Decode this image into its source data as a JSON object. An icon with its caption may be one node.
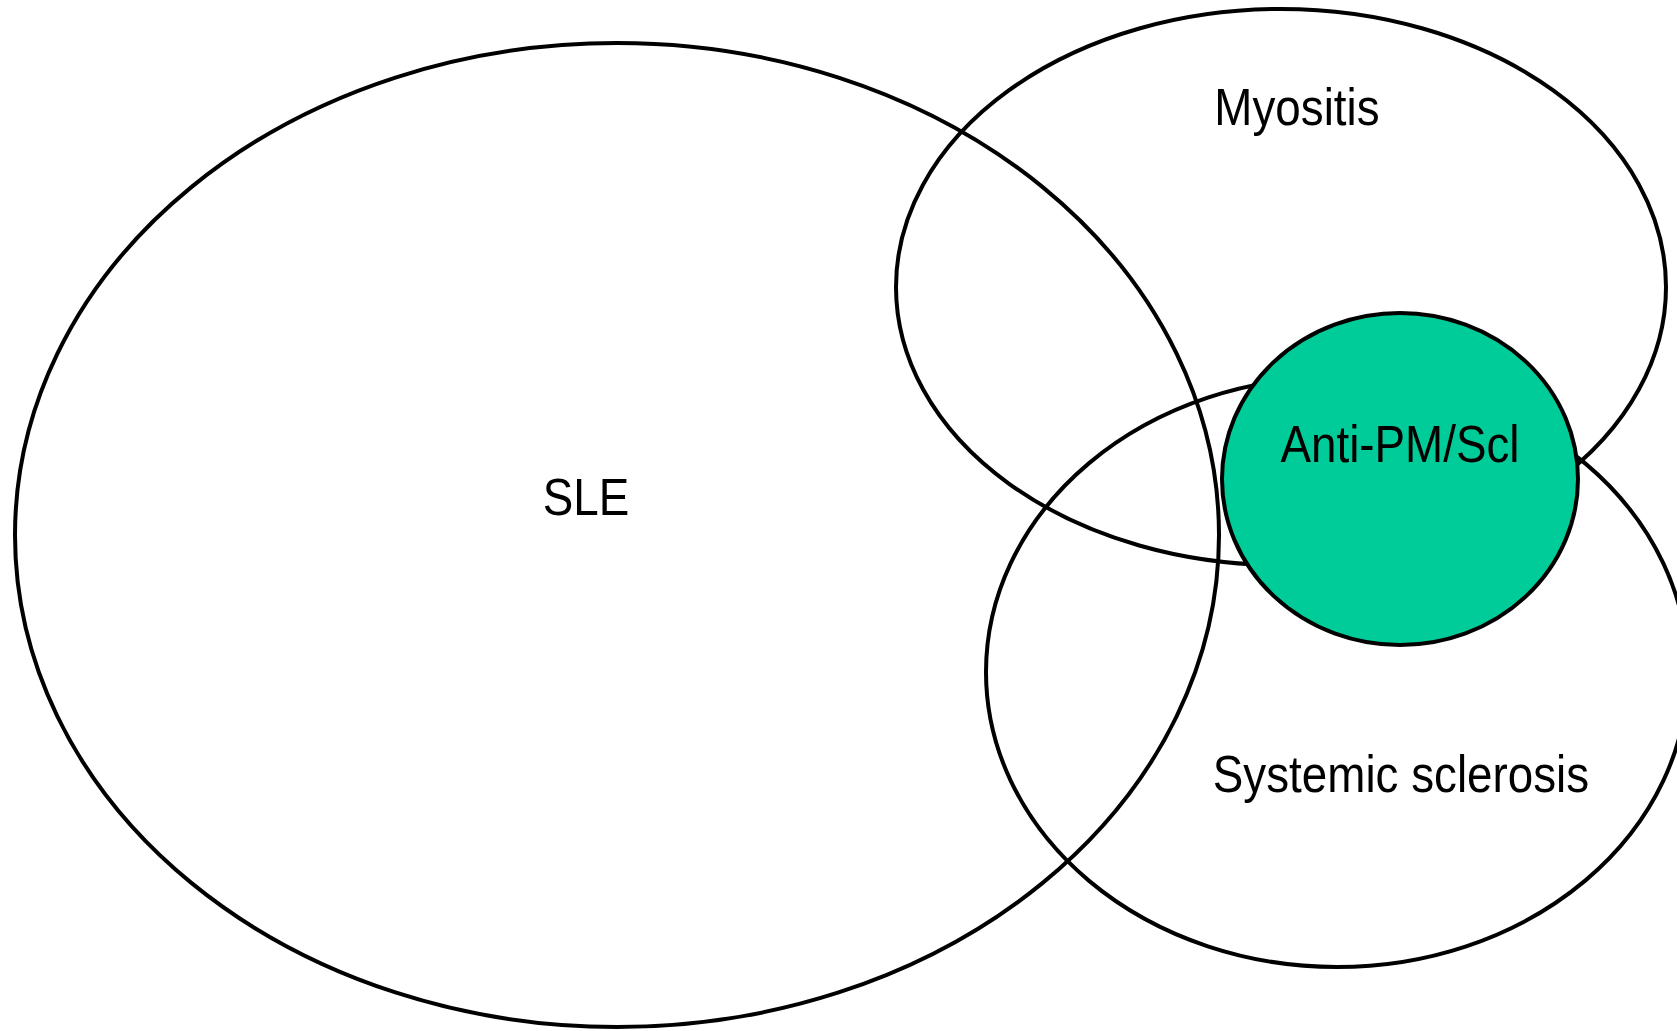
{
  "diagram": {
    "nodes": [
      {
        "text": [
          "SLE"
        ]
      },
      {
        "text": [
          "Myositis"
        ]
      },
      {
        "text": [
          "Systemic sclerosis"
        ]
      },
      {
        "text": [
          "Anti-PM/Scl"
        ]
      }
    ]
  }
}
